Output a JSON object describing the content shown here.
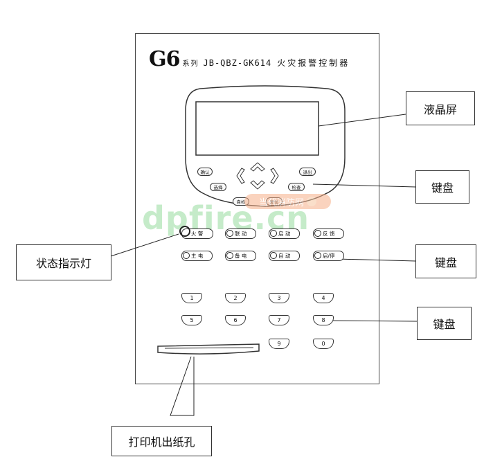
{
  "title": {
    "g6": "G6",
    "series": "系列",
    "model": "JB-QBZ-GK614",
    "name": "火灾报警控制器"
  },
  "callouts": {
    "lcd": "液晶屏",
    "keyboard1": "键盘",
    "status_lights": "状态指示灯",
    "keyboard2": "键盘",
    "keyboard3": "键盘",
    "printer": "打印机出纸孔"
  },
  "watermark": {
    "main": "dpfire.cn",
    "badge": "当代消防网"
  },
  "lcd_keys": {
    "confirm": "确认",
    "cancel": "退出",
    "select": "选择",
    "check": "检查",
    "self_test": "自检",
    "reset": "复位"
  },
  "status_keys": [
    "火 警",
    "联 动",
    "启 动",
    "反 馈",
    "主 电",
    "备 电",
    "自 动",
    "启/停"
  ],
  "number_keys": [
    "1",
    "2",
    "3",
    "4",
    "5",
    "6",
    "7",
    "8",
    "9",
    "0"
  ]
}
